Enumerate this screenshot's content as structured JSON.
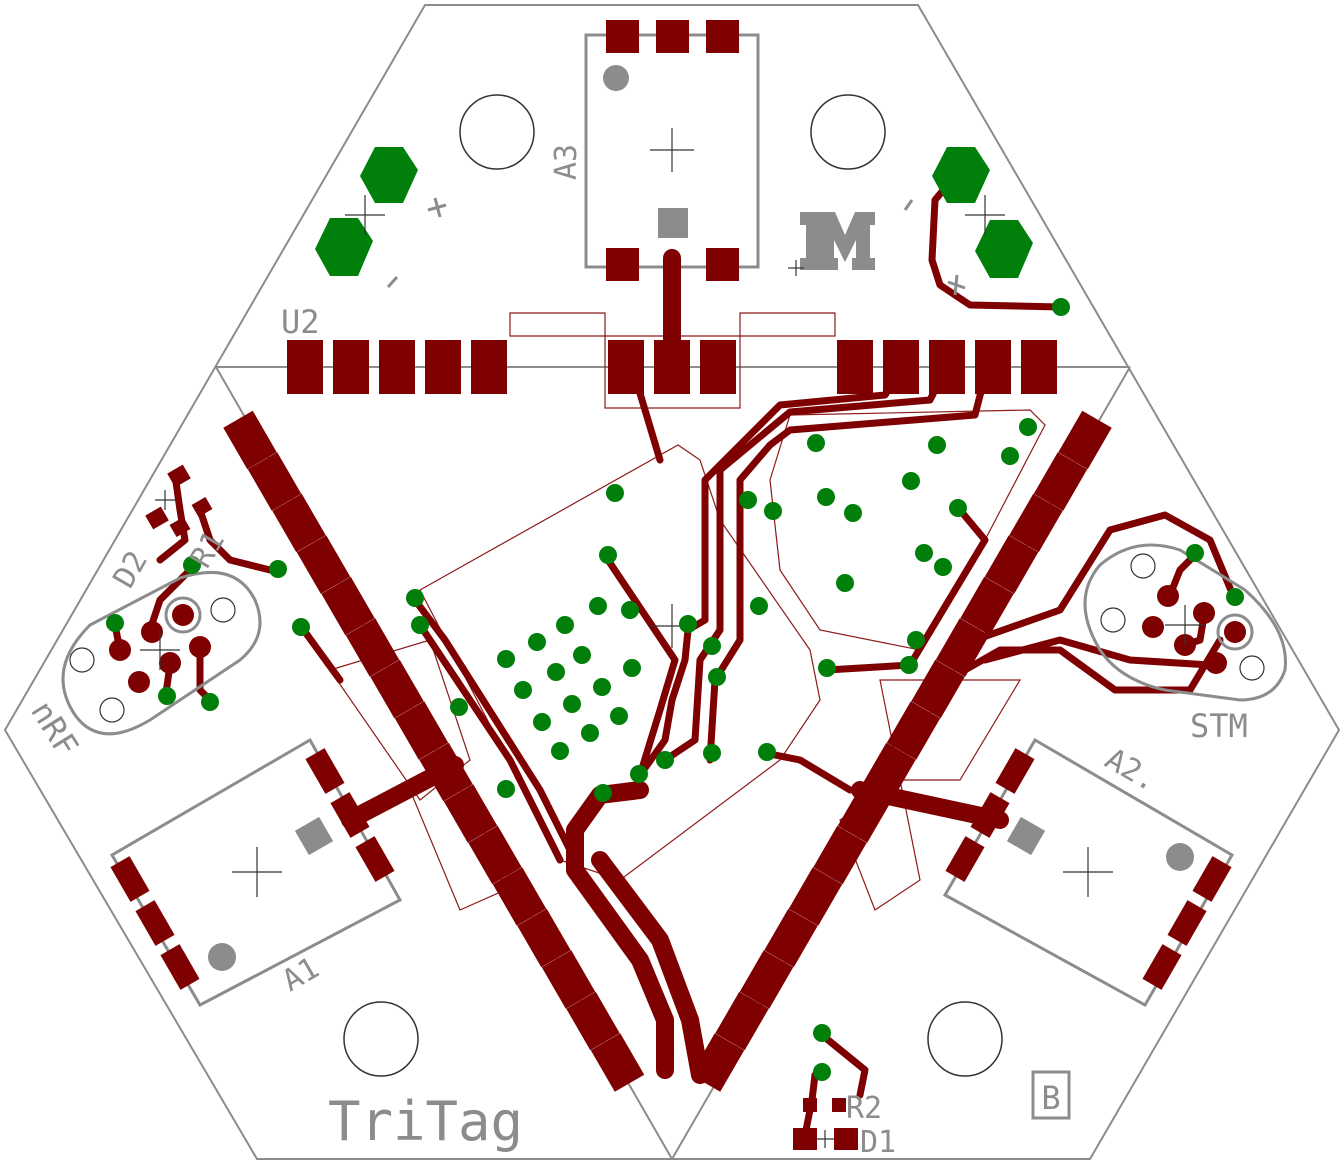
{
  "board": {
    "name_label": "TriTag",
    "colors": {
      "copper": "#7f0000",
      "via": "#00800a",
      "silkscreen": "#8c8c8c",
      "outline": "#8c8c8c",
      "keepout": "#8c1a1a",
      "background": "#ffffff"
    }
  },
  "labels": {
    "u2": "U2",
    "a1": "A1",
    "a2": "A2.",
    "a3": "A3",
    "stm": "STM",
    "nrf": "nRF",
    "d1": "D1",
    "d2": "D2",
    "r1": "R1",
    "r2": "R2",
    "b_mark": "B",
    "m_logo": "M",
    "plus_sign": "+",
    "minus_sign": "-"
  },
  "icons": {
    "logo": "block-m-logo",
    "via": "via-dot",
    "mounting_hole": "mounting-hole-circle"
  }
}
